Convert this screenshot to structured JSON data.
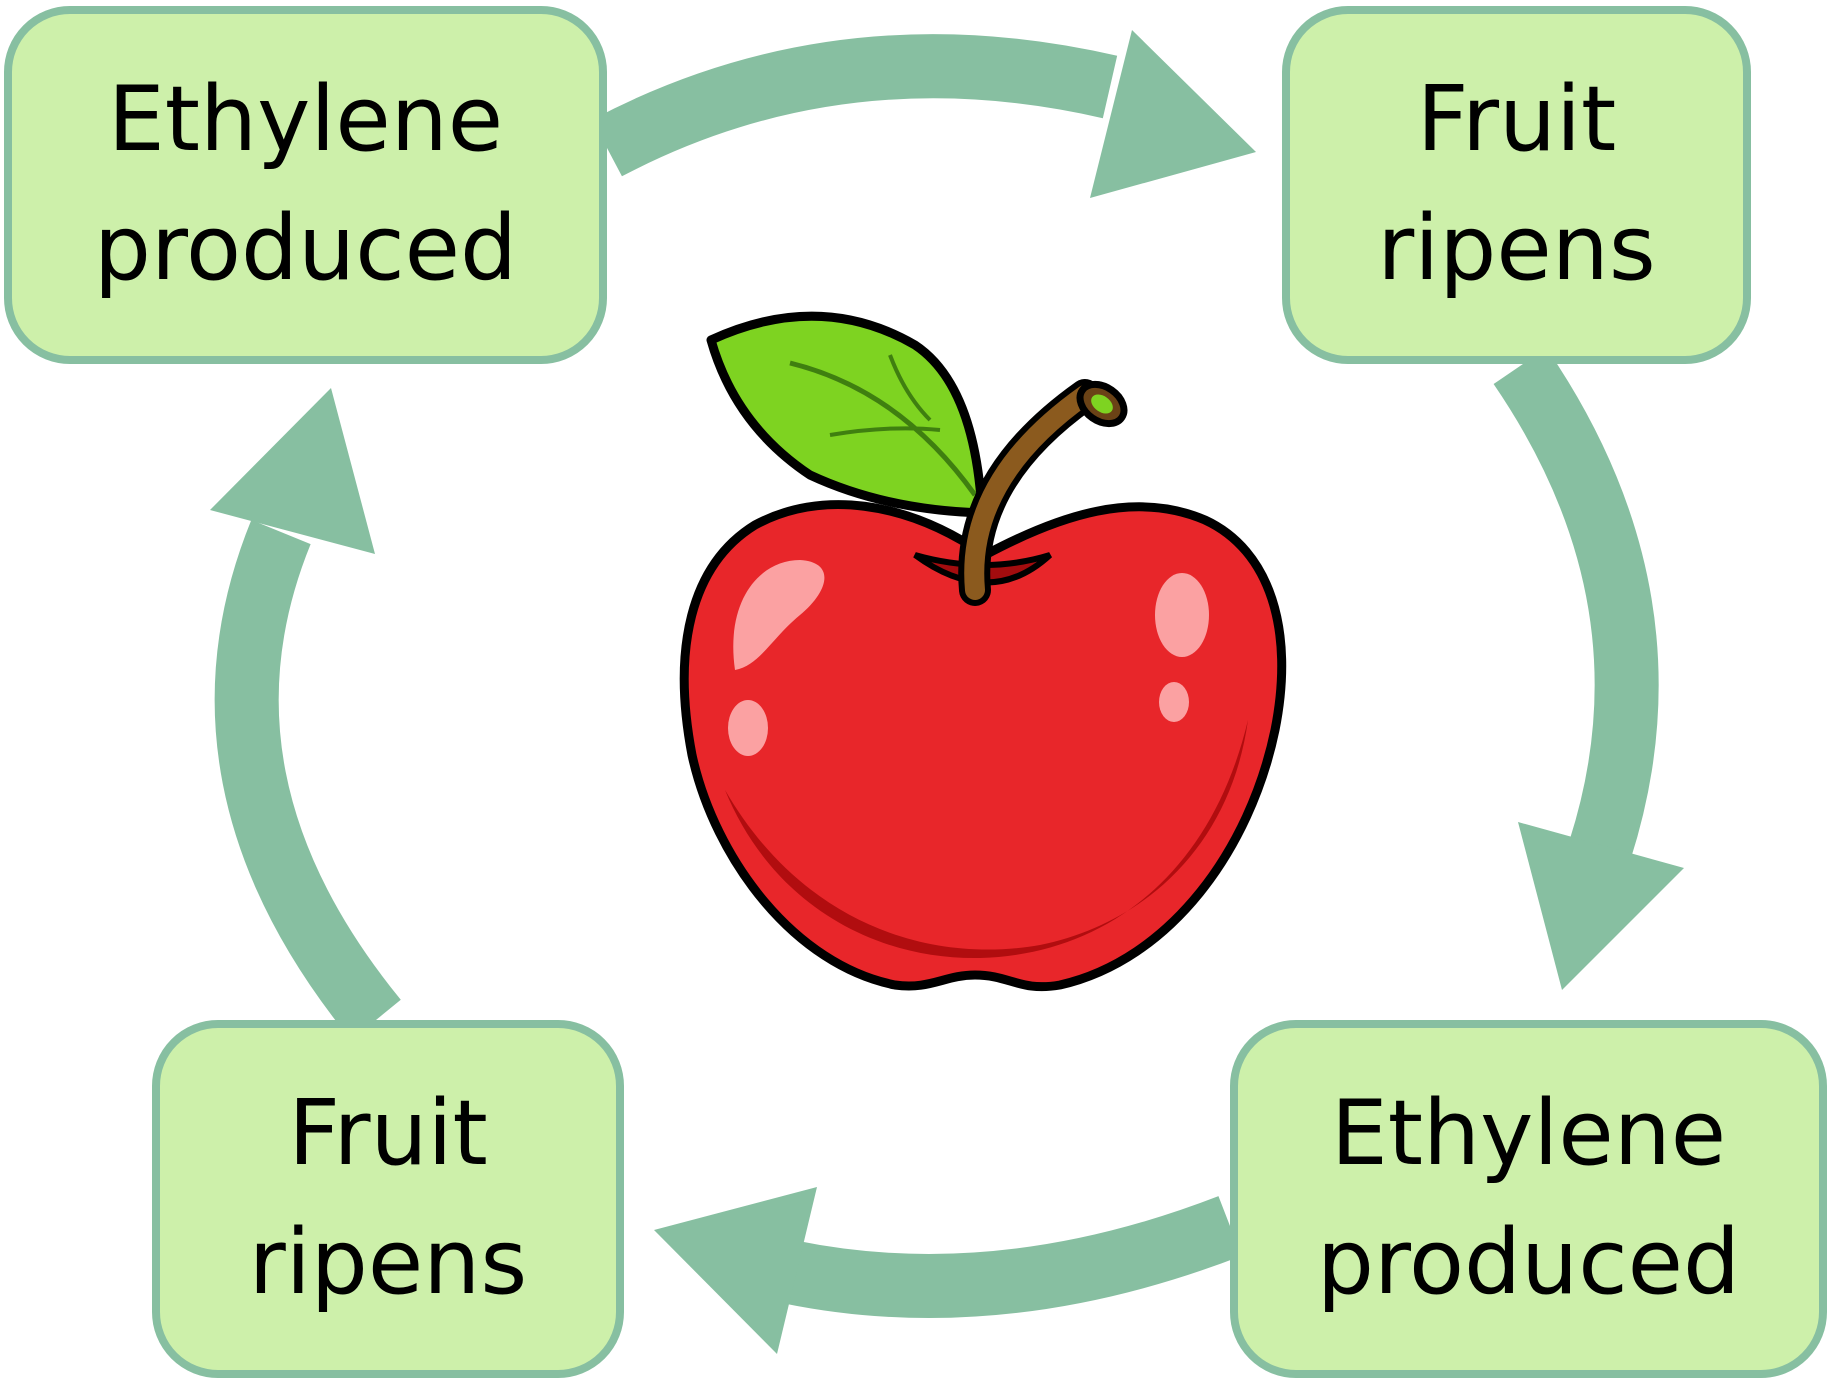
{
  "diagram": {
    "nodes": [
      {
        "id": "n1",
        "line1": "Ethylene",
        "line2": "produced"
      },
      {
        "id": "n2",
        "line1": "Fruit",
        "line2": "ripens"
      },
      {
        "id": "n3",
        "line1": "Ethylene",
        "line2": "produced"
      },
      {
        "id": "n4",
        "line1": "Fruit",
        "line2": "ripens"
      }
    ],
    "edges": [
      {
        "from": "n1",
        "to": "n2"
      },
      {
        "from": "n2",
        "to": "n3"
      },
      {
        "from": "n3",
        "to": "n4"
      },
      {
        "from": "n4",
        "to": "n1"
      }
    ],
    "center_image": "apple-icon",
    "colors": {
      "box_fill": "#cdf0aa",
      "box_border": "#87bfa1",
      "arrow": "#87bfa1",
      "apple_red": "#e8262a",
      "leaf_green": "#7ed321",
      "stem_brown": "#8b5a1e"
    }
  }
}
